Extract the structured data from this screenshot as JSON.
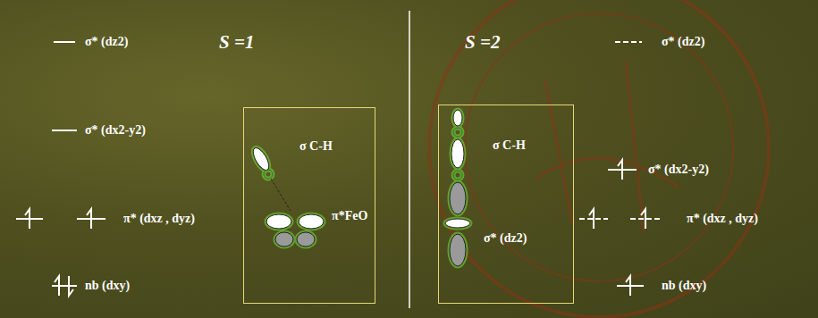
{
  "diagram": {
    "nodes": [
      {
        "text": [
          "σ C-H",
          "π*FeO"
        ]
      },
      {
        "text": [
          "σ C-H",
          "σ* (dz2)"
        ]
      }
    ],
    "labels": [
      "σ* (dz2)",
      "S =1",
      "S =2",
      "σ* (dz2)",
      "σ* (dx2-y2)",
      "σ* (dx2-y2)",
      "π* (dxz , dyz)",
      "π* (dxz , dyz)",
      "nb (dxy)",
      "nb (dxy)"
    ]
  }
}
